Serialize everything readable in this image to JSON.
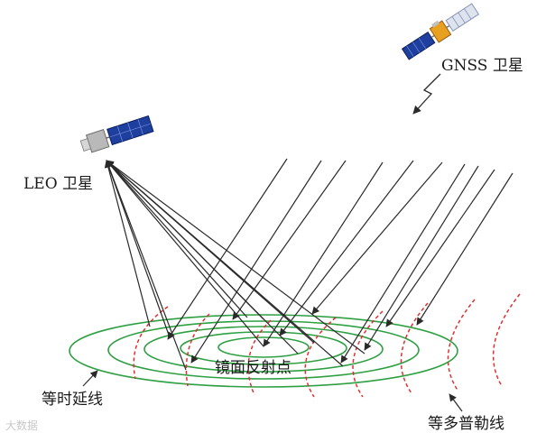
{
  "labels": {
    "gnss": "GNSS 卫星",
    "leo": "LEO 卫星",
    "specular": "镜面反射点",
    "iso_delay": "等时延线",
    "iso_doppler": "等多普勒线"
  },
  "watermark": "大数据",
  "colors": {
    "iso_delay": "#2ea043",
    "iso_doppler": "#e03030",
    "rays": "#2a2a2a",
    "solar_panel": "#1f3f9f",
    "satellite_body": "#e8a020"
  },
  "icons": {
    "gnss_satellite": "satellite-icon",
    "leo_satellite": "satellite-icon",
    "signal_link": "lightning-arrow-icon"
  }
}
